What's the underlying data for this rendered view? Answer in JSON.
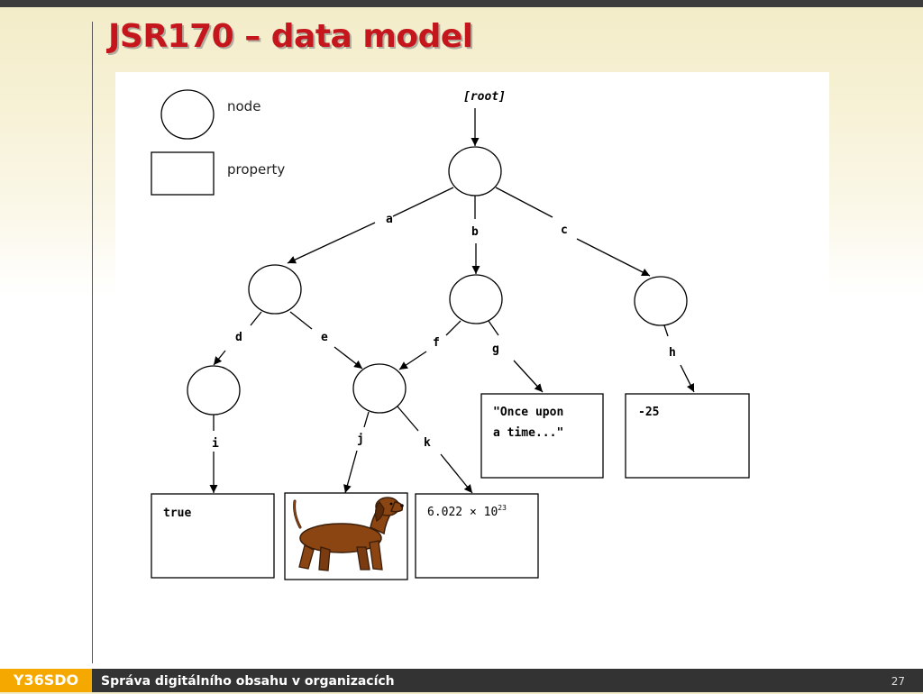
{
  "slide": {
    "title": "JSR170 – data model",
    "footer": {
      "course_code": "Y36SDO",
      "course_title": "Správa digitálního obsahu v organizacích",
      "page_number": "27"
    }
  },
  "legend": {
    "node_label": "node",
    "property_label": "property"
  },
  "diagram": {
    "root_label": "[root]",
    "edges": {
      "a": "a",
      "b": "b",
      "c": "c",
      "d": "d",
      "e": "e",
      "f": "f",
      "g": "g",
      "h": "h",
      "i": "i",
      "j": "j",
      "k": "k"
    },
    "properties": {
      "i_value": "true",
      "g_value_line1": "\"Once upon",
      "g_value_line2": "a time...\"",
      "h_value": "-25",
      "k_mantissa": "6.022 × 10",
      "k_exponent": "23",
      "j_value_icon": "dachshund-dog-image"
    }
  }
}
